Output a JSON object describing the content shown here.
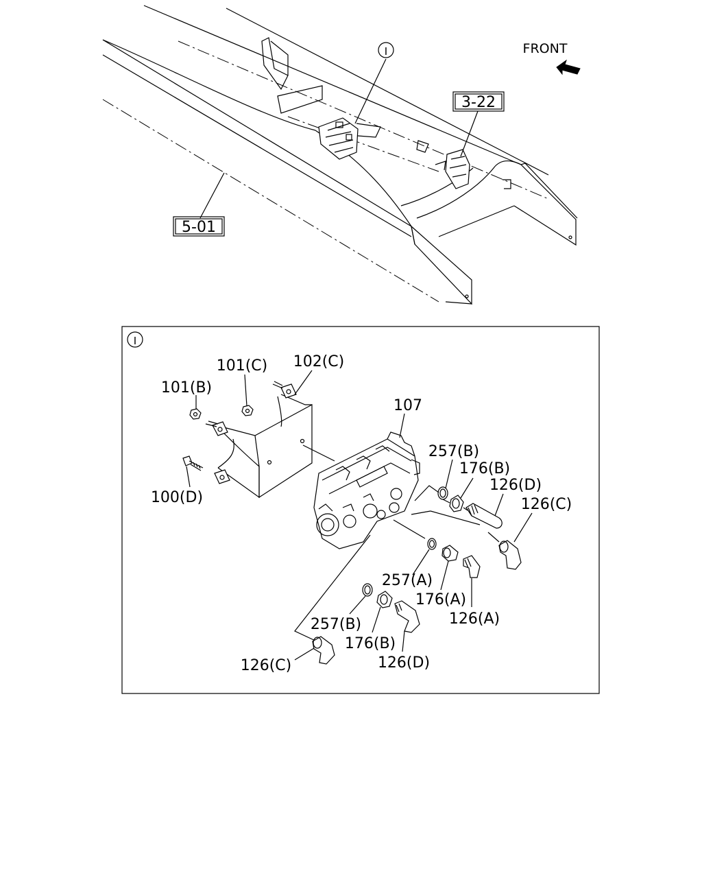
{
  "direction_label": "FRONT",
  "references": {
    "frame": "5-01",
    "harness": "3-22"
  },
  "detail": {
    "marker": "I",
    "callout_marker": "I"
  },
  "parts": {
    "p101b": "101(B)",
    "p101c": "101(C)",
    "p102c": "102(C)",
    "p107": "107",
    "p100d": "100(D)",
    "p257b_top": "257(B)",
    "p176b_top": "176(B)",
    "p126d_top": "126(D)",
    "p126c_right": "126(C)",
    "p257a": "257(A)",
    "p176a": "176(A)",
    "p126a": "126(A)",
    "p257b_low": "257(B)",
    "p176b_low": "176(B)",
    "p126d_low": "126(D)",
    "p126c_low": "126(C)"
  },
  "colors": {
    "line": "#000000",
    "background": "#ffffff"
  }
}
